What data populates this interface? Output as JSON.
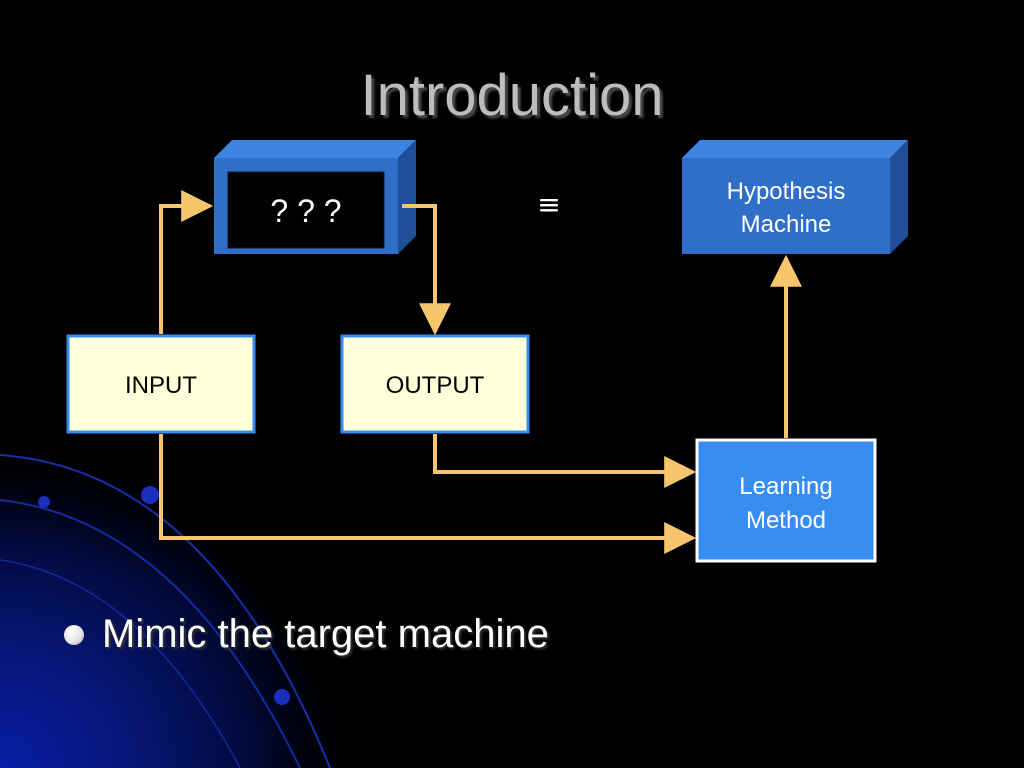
{
  "slide": {
    "title": "Introduction",
    "bullets": [
      "Mimic the target machine"
    ]
  },
  "diagram": {
    "target_machine": {
      "label": "? ? ?"
    },
    "equivalence_symbol": "≡",
    "hypothesis_machine": {
      "line1": "Hypothesis",
      "line2": "Machine"
    },
    "input": {
      "label": "INPUT"
    },
    "output": {
      "label": "OUTPUT"
    },
    "learning_method": {
      "line1": "Learning",
      "line2": "Method"
    }
  },
  "colors": {
    "background": "#000000",
    "box_blue_front": "#2f6fc9",
    "box_blue_top": "#3f85e0",
    "box_blue_side": "#1f4f99",
    "learning_method_fill": "#3a8df0",
    "io_box_fill": "#ffffd9",
    "io_box_border": "#3a8df0",
    "arrow": "#f7c56b",
    "title_text": "#bdbdbd"
  }
}
